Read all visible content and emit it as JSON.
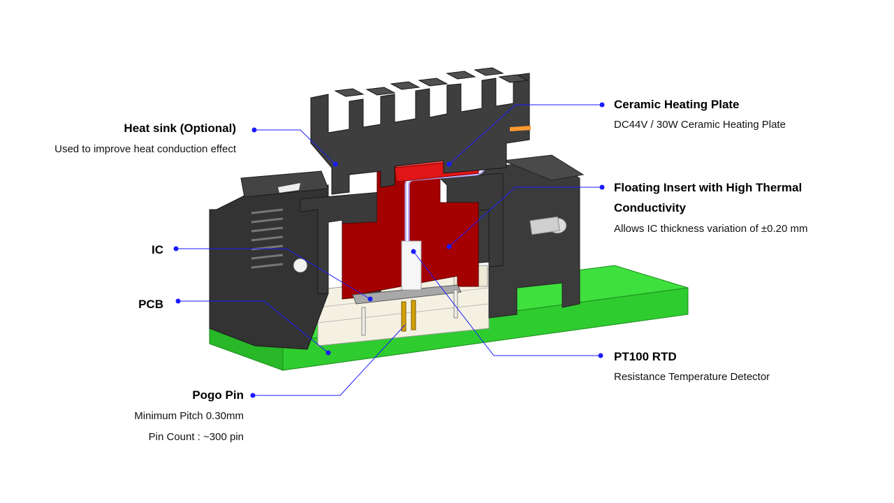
{
  "callouts": {
    "heat_sink": {
      "title": "Heat sink (Optional)",
      "desc": "Used to improve heat conduction effect"
    },
    "ic": {
      "title": "IC"
    },
    "pcb": {
      "title": "PCB"
    },
    "pogo_pin": {
      "title": "Pogo Pin",
      "desc1": "Minimum Pitch 0.30mm",
      "desc2": "Pin Count : ~300 pin"
    },
    "ceramic_heating_plate": {
      "title": "Ceramic Heating Plate",
      "desc": "DC44V /  30W Ceramic Heating Plate"
    },
    "floating_insert": {
      "title_line1": "Floating Insert with High Thermal",
      "title_line2": "Conductivity",
      "desc": "Allows IC thickness variation of ±0.20 mm"
    },
    "pt100": {
      "title": "PT100 RTD",
      "desc": "Resistance Temperature Detector"
    }
  },
  "colors": {
    "leader": "#1a1aff",
    "pcb": "#33dd33",
    "insert": "#a30000",
    "heater": "#e01010",
    "body": "#3a3a3a",
    "heatsink": "#404040",
    "socket": "#f3f0e0"
  }
}
